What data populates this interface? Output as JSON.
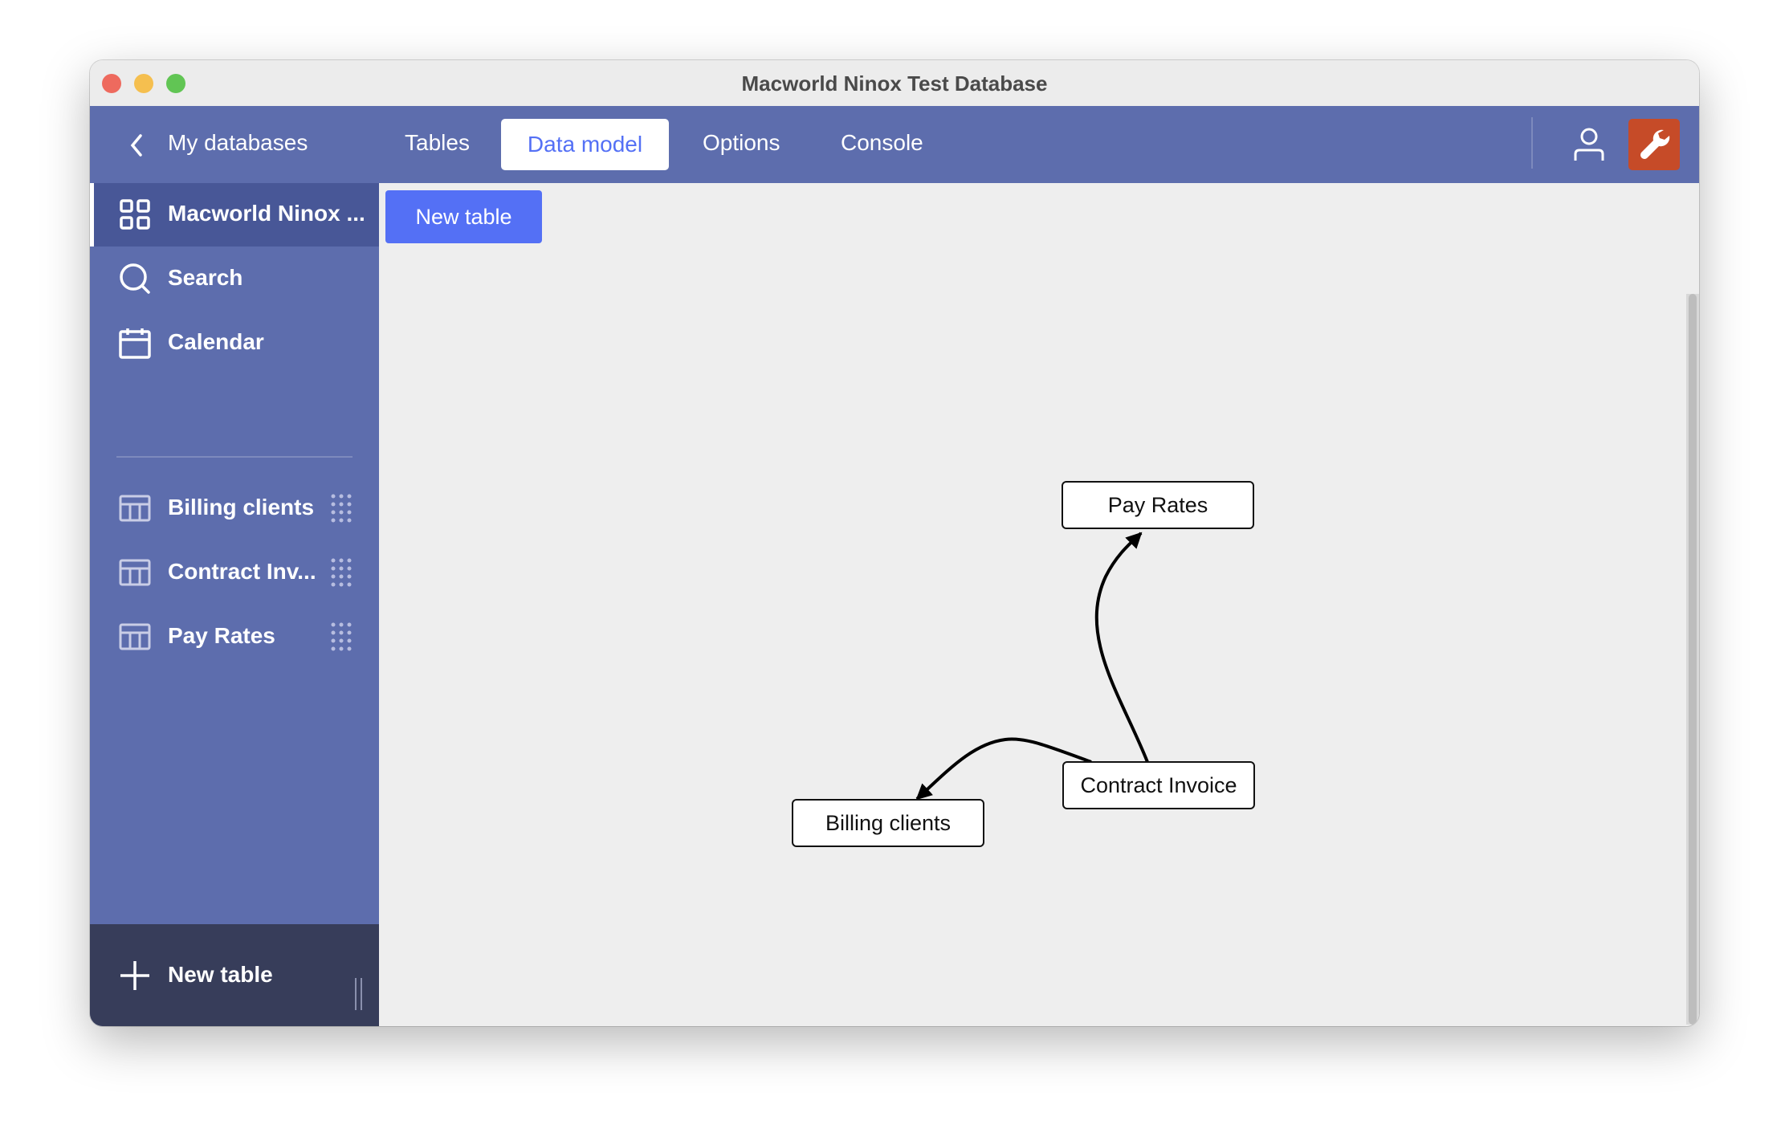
{
  "window": {
    "title": "Macworld Ninox Test Database"
  },
  "navbar": {
    "back_label": "My databases",
    "tabs": [
      {
        "label": "Tables",
        "active": false
      },
      {
        "label": "Data model",
        "active": true
      },
      {
        "label": "Options",
        "active": false
      },
      {
        "label": "Console",
        "active": false
      }
    ],
    "icons": [
      "user-icon",
      "wrench-icon"
    ]
  },
  "sidebar": {
    "items": [
      {
        "label": "Macworld Ninox ...",
        "icon": "grid-icon",
        "selected": true
      },
      {
        "label": "Search",
        "icon": "search-icon"
      },
      {
        "label": "Calendar",
        "icon": "calendar-icon"
      }
    ],
    "tables": [
      {
        "label": "Billing clients",
        "icon": "table-icon"
      },
      {
        "label": "Contract Inv...",
        "icon": "table-icon"
      },
      {
        "label": "Pay Rates",
        "icon": "table-icon"
      }
    ],
    "new_table_label": "New table"
  },
  "main": {
    "new_table_button": "New table",
    "nodes": [
      {
        "id": "pay",
        "label": "Pay Rates"
      },
      {
        "id": "contract",
        "label": "Contract Invoice"
      },
      {
        "id": "billing",
        "label": "Billing clients"
      }
    ],
    "edges": [
      {
        "from": "Contract Invoice",
        "to": "Pay Rates"
      },
      {
        "from": "Contract Invoice",
        "to": "Billing clients"
      }
    ]
  },
  "colors": {
    "nav": "#5d6dad",
    "accent": "#5470f5",
    "wrench": "#c64b28",
    "sidebar_bottom": "#373d5a"
  }
}
